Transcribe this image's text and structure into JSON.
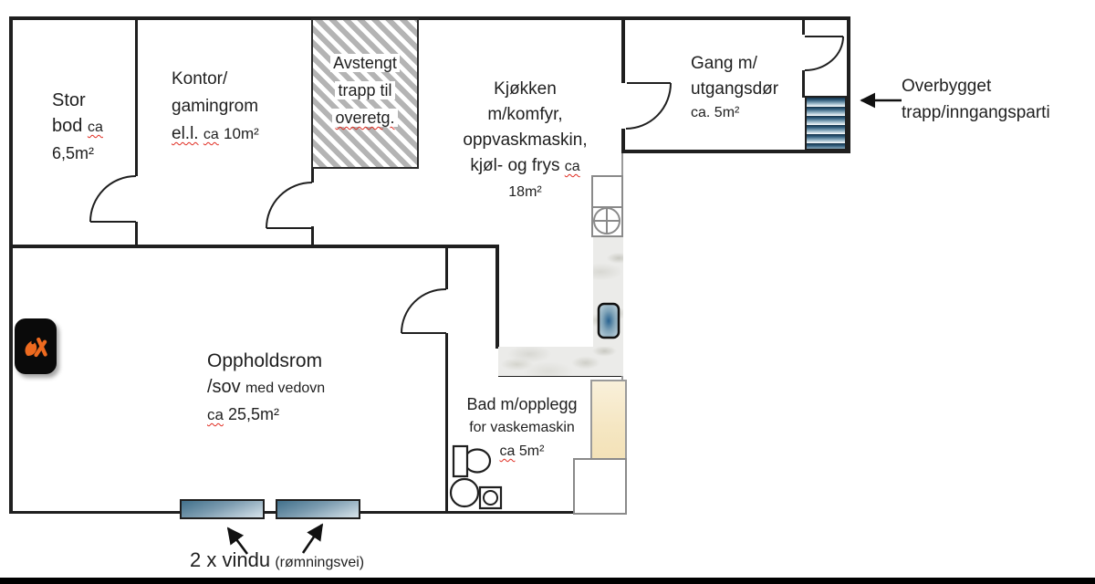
{
  "rooms": {
    "storbod": {
      "line1": "Stor",
      "line2": "bod",
      "ca": "ca",
      "area": "6,5m²"
    },
    "kontor": {
      "line1": "Kontor/",
      "line2": "gamingrom",
      "ell": "el.l.",
      "ca": "ca",
      "area": "10m²"
    },
    "avstengt": {
      "line1": "Avstengt",
      "line2": "trapp til",
      "line3": "overetg."
    },
    "kjokken": {
      "line1": "Kjøkken",
      "line2": "m/komfyr,",
      "line3": "oppvaskmaskin,",
      "line4": "kjøl- og frys",
      "ca": "ca",
      "area": "18m²"
    },
    "gang": {
      "line1": "Gang m/",
      "line2": "utgangsdør",
      "area": "ca. 5m²"
    },
    "oppholdsrom": {
      "line1": "Oppholdsrom",
      "line2a": "/sov",
      "line2b": "med vedovn",
      "ca": "ca",
      "area": "25,5m²"
    },
    "bad": {
      "line1": "Bad m/opplegg",
      "line2": "for vaskemaskin",
      "ca": "ca",
      "area": "5m²"
    }
  },
  "annotations": {
    "entrance": {
      "line1": "Overbygget",
      "line2": "trapp/inngangsparti"
    },
    "windows": {
      "label_big": "2 x vindu",
      "label_small": "(rømningsvei)"
    }
  },
  "icons": {
    "wood-stove-flame-icon": "orange flame with crossed strokes on black rounded stove",
    "kitchen-sink-icon": "circle with cross",
    "toilet-icon": "tank rectangle with bowl ellipse",
    "washbasin-icon": "circle",
    "washing-machine-icon": "square with circle",
    "entrance-arrow-icon": "left arrow",
    "window-arrow-icon": "up arrow"
  },
  "colors": {
    "wall": "#1f1f1f",
    "squiggle_red": "#e02b20",
    "step_blue_dark": "#11304a",
    "step_blue_light": "#dbe7ee",
    "cabinet_tan": "#f5e6c2",
    "flame_orange": "#ed6a1f",
    "marble_gray": "#ebebe9"
  }
}
